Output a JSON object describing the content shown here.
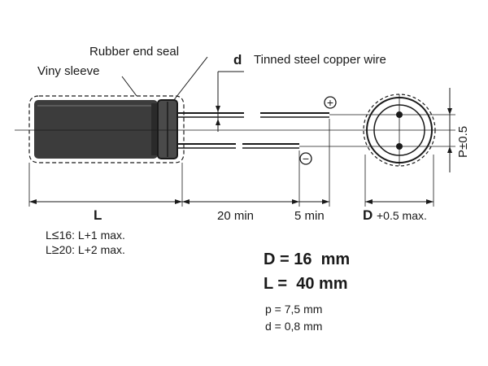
{
  "labels": {
    "rubber_end_seal": "Rubber end seal",
    "vinyl_sleeve": "Viny sleeve",
    "d_symbol": "d",
    "tinned_wire": "Tinned steel copper wire",
    "plus_sign": "+",
    "minus_sign": "−",
    "L_symbol": "L",
    "lead_20min": "20 min",
    "lead_5min": "5 min",
    "D_tolerance": "D",
    "D_tolerance_suffix": "+0.5 max.",
    "P_tolerance": "P±0.5"
  },
  "length_rules": {
    "rule1_prefix": "L",
    "rule1_sign": "≤",
    "rule1_text": "16: L+1 max.",
    "rule2_prefix": "L",
    "rule2_sign": "≥",
    "rule2_text": "20: L+2 max."
  },
  "specs": {
    "D_line": "D = 16  mm",
    "L_line": "L =  40 mm",
    "p_line": "p = 7,5 mm",
    "d_line": "d = 0,8 mm"
  }
}
